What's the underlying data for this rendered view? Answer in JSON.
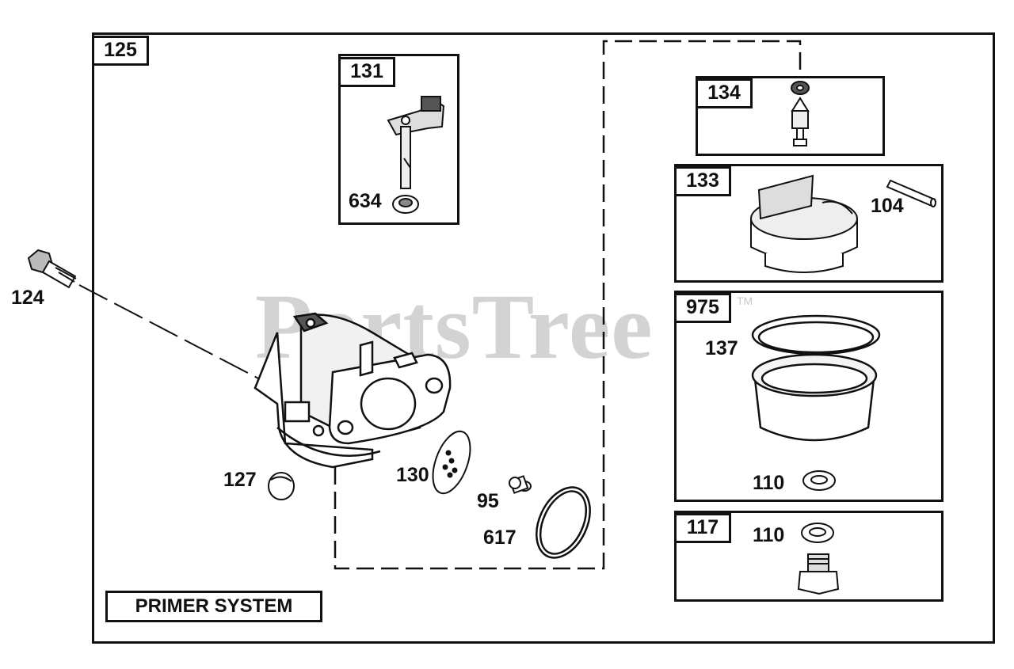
{
  "watermark": {
    "text": "PartsTree",
    "trademark": "TM"
  },
  "diagram": {
    "box_labels": {
      "main": "125",
      "idle_valve": "131",
      "needle_valve": "134",
      "float": "133",
      "bowl_kit": "975",
      "drain_kit": "117"
    },
    "part_numbers": {
      "bolt": "124",
      "idle_seat": "634",
      "pin": "104",
      "gasket_ring": "137",
      "washer_bowl": "110",
      "washer_drain": "110",
      "welch_plug": "127",
      "primer_diaphragm": "130",
      "screw": "95",
      "o_ring": "617"
    },
    "system_label": "PRIMER SYSTEM"
  }
}
